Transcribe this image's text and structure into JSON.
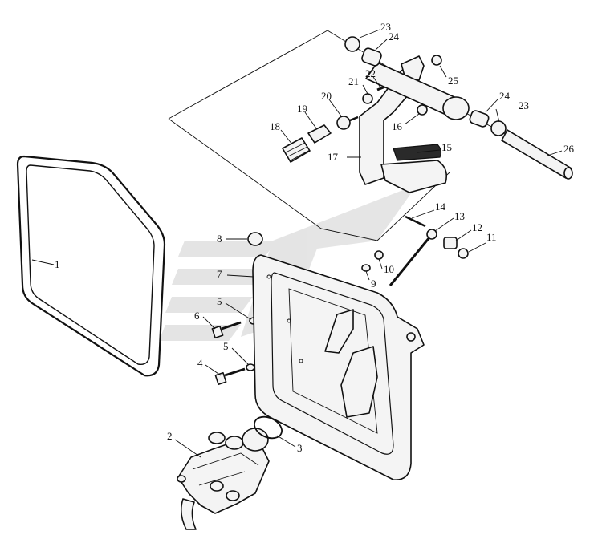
{
  "callouts": [
    {
      "id": "c1",
      "text": "1"
    },
    {
      "id": "c2",
      "text": "2"
    },
    {
      "id": "c3",
      "text": "3"
    },
    {
      "id": "c4",
      "text": "4"
    },
    {
      "id": "c5a",
      "text": "5"
    },
    {
      "id": "c5b",
      "text": "5"
    },
    {
      "id": "c6",
      "text": "6"
    },
    {
      "id": "c7",
      "text": "7"
    },
    {
      "id": "c8",
      "text": "8"
    },
    {
      "id": "c9",
      "text": "9"
    },
    {
      "id": "c10",
      "text": "10"
    },
    {
      "id": "c11",
      "text": "11"
    },
    {
      "id": "c12",
      "text": "12"
    },
    {
      "id": "c13",
      "text": "13"
    },
    {
      "id": "c14",
      "text": "14"
    },
    {
      "id": "c15",
      "text": "15"
    },
    {
      "id": "c16",
      "text": "16"
    },
    {
      "id": "c17",
      "text": "17"
    },
    {
      "id": "c18",
      "text": "18"
    },
    {
      "id": "c19",
      "text": "19"
    },
    {
      "id": "c20",
      "text": "20"
    },
    {
      "id": "c21",
      "text": "21"
    },
    {
      "id": "c22",
      "text": "22"
    },
    {
      "id": "c23a",
      "text": "23"
    },
    {
      "id": "c23b",
      "text": "23"
    },
    {
      "id": "c24a",
      "text": "24"
    },
    {
      "id": "c24b",
      "text": "24"
    },
    {
      "id": "c25",
      "text": "25"
    },
    {
      "id": "c26",
      "text": "26"
    }
  ],
  "colors": {
    "ink": "#111111",
    "watermark": "#cfcfcf",
    "paper": "#ffffff"
  }
}
